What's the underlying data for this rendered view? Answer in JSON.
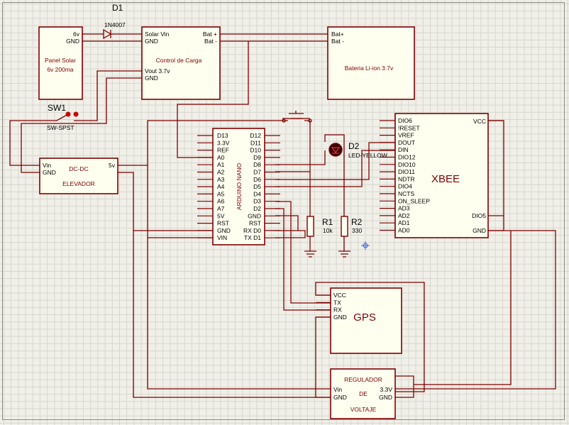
{
  "colors": {
    "wire": "#800000",
    "block_fill": "#fffff0",
    "background": "#f0f0e8",
    "grid": "#d6d6ce"
  },
  "diode": {
    "ref": "D1",
    "part": "1N4007"
  },
  "panel": {
    "line1": "Panel Solar",
    "line2": "6v 200ma",
    "pin_6v": "6v",
    "pin_gnd": "GND"
  },
  "controller": {
    "title": "Control de Carga",
    "pin_solar_vin": "Solar Vin",
    "pin_gnd1": "GND",
    "pin_vout": "Vout 3.7v",
    "pin_gnd2": "GND",
    "pin_bat_plus": "Bat +",
    "pin_bat_minus": "Bat -"
  },
  "battery": {
    "title": "Bateria Li-ion 3.7v",
    "pin_plus": "Bat+",
    "pin_minus": "Bat -"
  },
  "switch": {
    "ref": "SW1",
    "part": "SW-SPST"
  },
  "dcdc": {
    "line1": "DC-DC",
    "line2": "ELEVADOR",
    "pin_vin": "Vin",
    "pin_gnd": "GND",
    "pin_5v": "5v"
  },
  "arduino": {
    "title": "ARDUINO NANO",
    "left_pins": [
      "D13",
      "3.3V",
      "REF",
      "A0",
      "A1",
      "A2",
      "A3",
      "A4",
      "A5",
      "A6",
      "A7",
      "5V",
      "RST",
      "GND",
      "VIN"
    ],
    "right_pins": [
      "D12",
      "D11",
      "D10",
      "D9",
      "D8",
      "D7",
      "D6",
      "D5",
      "D4",
      "D3",
      "D2",
      "GND",
      "RST",
      "RX D0",
      "TX D1"
    ]
  },
  "led": {
    "ref": "D2",
    "part": "LED-YELLOW"
  },
  "r1": {
    "ref": "R1",
    "value": "10k"
  },
  "r2": {
    "ref": "R2",
    "value": "330"
  },
  "xbee": {
    "title": "XBEE",
    "left_pins": [
      "DIO6",
      "!RESET",
      "VREF",
      "DOUT",
      "DIN",
      "DIO12",
      "DIO10",
      "DIO11",
      "NDTR",
      "DIO4",
      "NCTS",
      "ON_SLEEP",
      "AD3",
      "AD2",
      "AD1",
      "AD0"
    ],
    "pin_vcc": "VCC",
    "pin_dio5": "DIO5",
    "pin_gnd": "GND"
  },
  "gps": {
    "title": "GPS",
    "pins": [
      "VCC",
      "TX",
      "RX",
      "GND"
    ]
  },
  "regulator": {
    "line1": "REGULADOR",
    "line2": "DE",
    "line3": "VOLTAJE",
    "pin_vin": "Vin",
    "pin_gnd1": "GND",
    "pin_3v3": "3.3V",
    "pin_gnd2": "GND"
  }
}
